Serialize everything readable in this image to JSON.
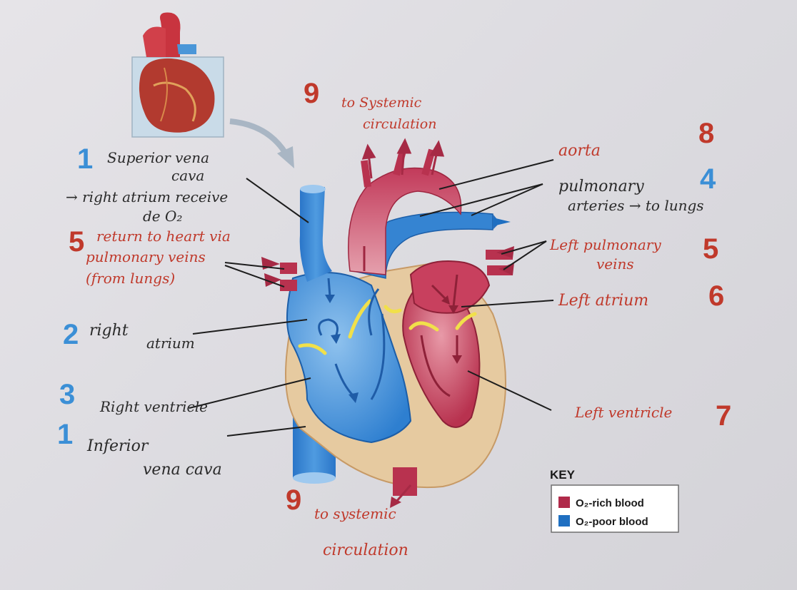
{
  "labels": {
    "num_svc": "1",
    "svc": "Superior vena",
    "svc2": "cava",
    "svc_note": "→ right atrium receive",
    "svc_note2": "de O₂",
    "num_pv_left": "5",
    "pv_left1": "return to heart via",
    "pv_left2": "pulmonary veins",
    "pv_left3": "(from lungs)",
    "num_ra": "2",
    "ra1": "right",
    "ra2": "atrium",
    "num_rv": "3",
    "rv": "Right ventricle",
    "num_ivc": "1",
    "ivc1": "Inferior",
    "ivc2": "vena cava",
    "num_top": "9",
    "top1": "to Systemic",
    "top2": "circulation",
    "num_aorta": "8",
    "aorta": "aorta",
    "num_pa": "4",
    "pa1": "pulmonary",
    "pa2": "arteries → to lungs",
    "num_pv_right": "5",
    "pv_right1": "Left pulmonary",
    "pv_right2": "veins",
    "num_la": "6",
    "la": "Left atrium",
    "num_lv": "7",
    "lv": "Left ventricle",
    "num_bottom": "9",
    "bottom1": "to systemic",
    "bottom2": "circulation"
  },
  "key": {
    "title": "KEY",
    "rich": "O₂-rich blood",
    "poor": "O₂-poor blood"
  },
  "colors": {
    "red_ink": "#c0392b",
    "blue_ink": "#3b8fd6",
    "oxygen_rich": "#b02a4a",
    "oxygen_poor": "#1f6fc1"
  }
}
